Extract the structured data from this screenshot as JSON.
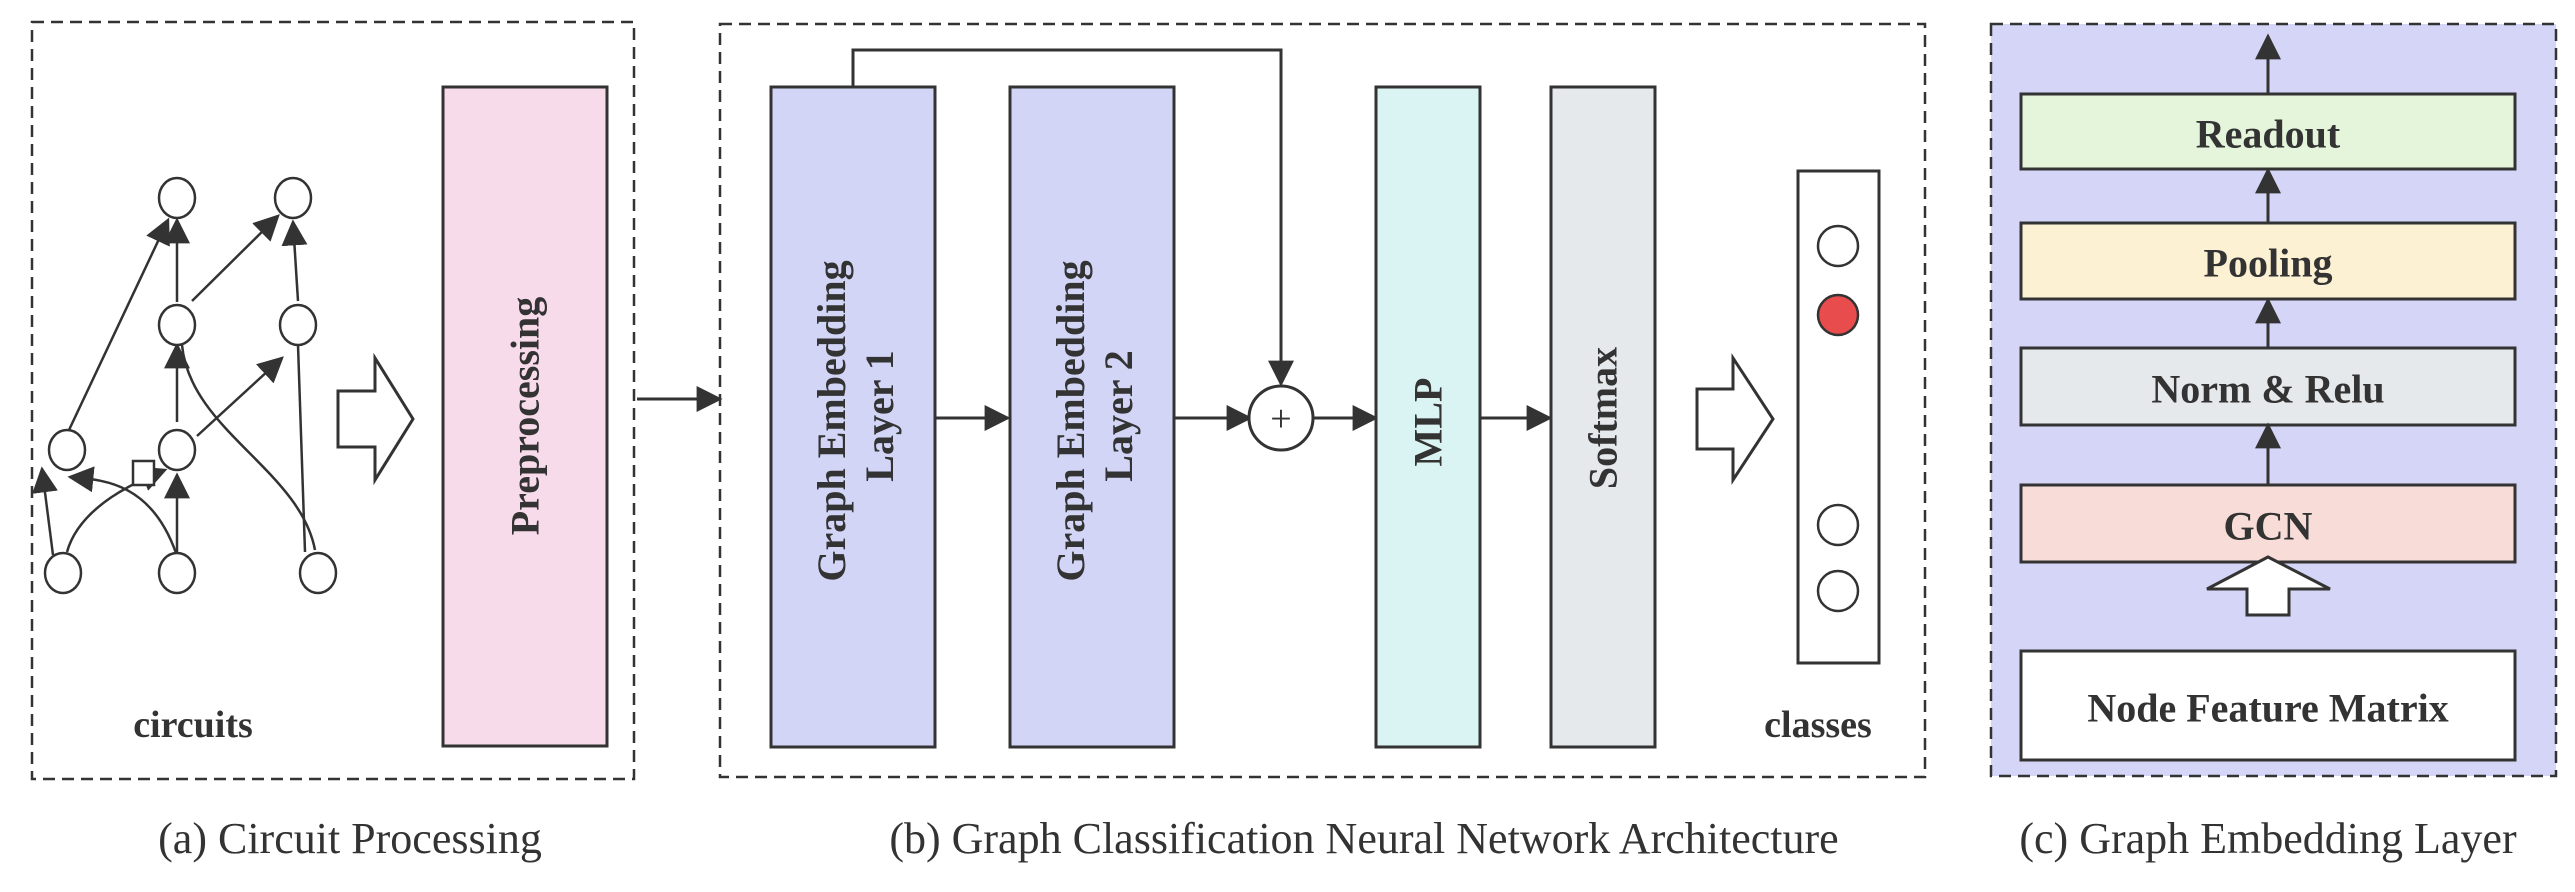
{
  "panels": {
    "a": {
      "label": "circuits",
      "preprocessing": "Preprocessing",
      "caption": "(a) Circuit Processing"
    },
    "b": {
      "layer1_line1": "Graph Embedding",
      "layer1_line2": "Layer 1",
      "layer2_line1": "Graph Embedding",
      "layer2_line2": "Layer 2",
      "add_symbol": "+",
      "mlp": "MLP",
      "softmax": "Softmax",
      "label": "classes",
      "caption": "(b) Graph Classification Neural Network Architecture"
    },
    "c": {
      "readout": "Readout",
      "pooling": "Pooling",
      "norm_relu": "Norm & Relu",
      "gcn": "GCN",
      "node_feature_matrix": "Node Feature Matrix",
      "caption": "(c) Graph Embedding Layer"
    }
  },
  "colors": {
    "stroke": "#333333",
    "preprocessing_fill": "#f8dbea",
    "graph_embedding_fill": "#d3d5f7",
    "mlp_fill": "#d9f4f2",
    "softmax_fill": "#e6e9ec",
    "panel_c_bg": "#d5d5f7",
    "readout_fill": "#e4f5db",
    "pooling_fill": "#fdf1d3",
    "norm_relu_fill": "#e6e9ec",
    "gcn_fill": "#f8dcd8",
    "active_class_fill": "#e84c4c"
  }
}
